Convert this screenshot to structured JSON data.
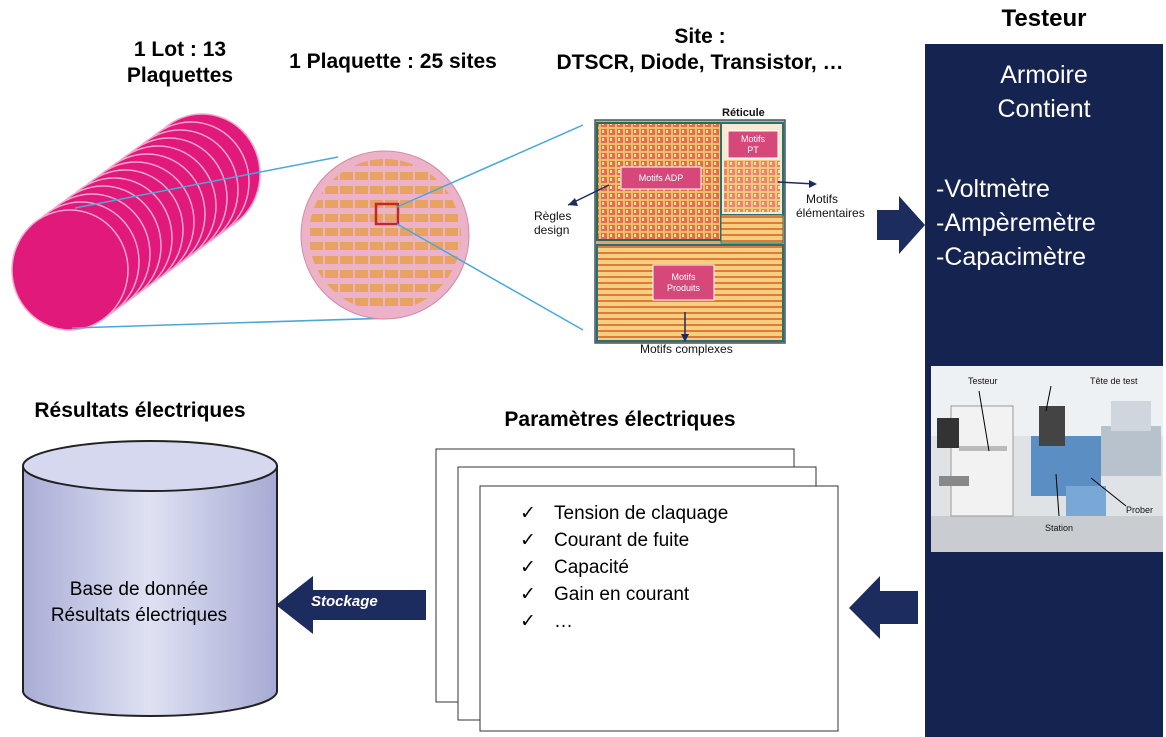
{
  "titles": {
    "lot": "1 Lot : 13 Plaquettes",
    "lot_line1": "1 Lot : 13",
    "lot_line2": "Plaquettes",
    "plaquette": "1 Plaquette : 25 sites",
    "site_line1": "Site :",
    "site_line2": "DTSCR, Diode, Transistor, …",
    "testeur": "Testeur",
    "resultats": "Résultats électriques",
    "parametres": "Paramètres électriques"
  },
  "reticle": {
    "reticule_label": "Réticule",
    "motifs_adp": "Motifs ADP",
    "motifs_pt_line1": "Motifs",
    "motifs_pt_line2": "PT",
    "motifs_produits_line1": "Motifs",
    "motifs_produits_line2": "Produits",
    "regles_line1": "Règles",
    "regles_line2": "design",
    "motifs_elem_line1": "Motifs",
    "motifs_elem_line2": "élémentaires",
    "motifs_complexes": "Motifs complexes"
  },
  "tester": {
    "armoire_line1": "Armoire",
    "armoire_line2": "Contient",
    "instruments": [
      "-Voltmètre",
      "-Ampèremètre",
      "-Capacimètre"
    ]
  },
  "photo": {
    "testeur": "Testeur",
    "tete_de_test": "Tête de test",
    "prober": "Prober",
    "station": "Station"
  },
  "parameters": {
    "check": "✓",
    "items": [
      "Tension de claquage",
      "Courant de fuite",
      "Capacité",
      "Gain en courant",
      "…"
    ]
  },
  "database": {
    "line1": "Base de donnée",
    "line2": "Résultats électriques"
  },
  "arrow": {
    "stockage": "Stockage"
  },
  "colors": {
    "navy": "#14234f",
    "magenta": "#e0197a",
    "wafer": "#e8a0c0",
    "die_orange": "#e8a050",
    "reticle_box": "#d6477a",
    "cylinder": "#c8cbe8",
    "connector": "#4aa8d8",
    "arrow": "#1d2c5e"
  }
}
